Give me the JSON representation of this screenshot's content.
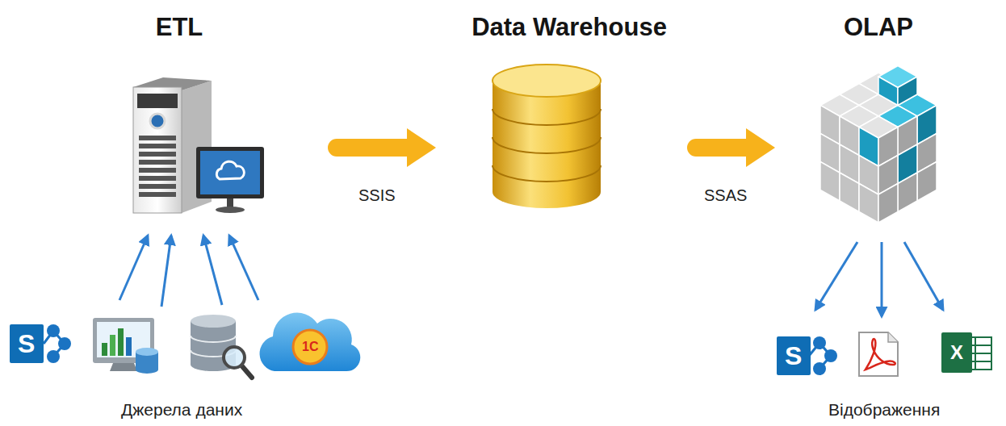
{
  "diagram": {
    "nodes": [
      {
        "text": [
          "ETL"
        ]
      },
      {
        "text": [
          "Data Warehouse"
        ]
      },
      {
        "text": [
          "OLAP"
        ]
      }
    ],
    "edges": [
      {
        "from": 0,
        "to": 1,
        "arrow": "to",
        "label": "SSIS"
      },
      {
        "from": 1,
        "to": 2,
        "arrow": "to",
        "label": "SSAS"
      }
    ],
    "labels": [
      "S",
      "1С",
      "Джерела даних",
      "S",
      "X",
      "Відображення"
    ]
  }
}
